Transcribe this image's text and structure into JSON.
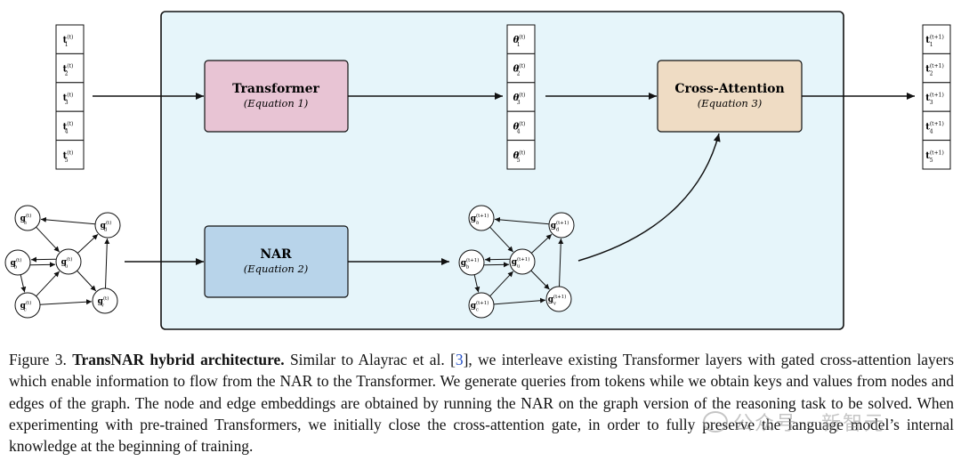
{
  "diagram": {
    "tokens_in": [
      "t1",
      "t2",
      "t3",
      "t4",
      "t5"
    ],
    "tokens_in_sup": "(t)",
    "theta": [
      "θ1",
      "θ2",
      "θ3",
      "θ4",
      "θ5"
    ],
    "theta_sup": "(t)",
    "tokens_out": [
      "t1",
      "t2",
      "t3",
      "t4",
      "t5"
    ],
    "tokens_out_sup": "(t+1)",
    "transformer": {
      "title": "Transformer",
      "equation": "(Equation 1)",
      "color": "#e8c4d4"
    },
    "nar": {
      "title": "NAR",
      "equation": "(Equation 2)",
      "color": "#b8d4ea"
    },
    "cross_attention": {
      "title": "Cross-Attention",
      "equation": "(Equation 3)",
      "color": "#efdcc4"
    },
    "panel_color": "#e6f5fa",
    "graph_in": {
      "nodes": [
        "ga",
        "gd",
        "gb",
        "gu",
        "gc",
        "gv"
      ],
      "sup": "(t)"
    },
    "graph_out": {
      "nodes": [
        "ga",
        "gd",
        "gb",
        "gu",
        "gc",
        "gv"
      ],
      "sup": "(t+1)"
    }
  },
  "caption": {
    "figure_label": "Figure 3.",
    "title": "TransNAR hybrid architecture.",
    "text_a": " Similar to Alayrac et al. [",
    "ref": "3",
    "text_b": "], we interleave existing Transformer layers with gated cross-attention layers which enable information to flow from the NAR to the Transformer. We generate queries from tokens while we obtain keys and values from nodes and edges of the graph. The node and edge embeddings are obtained by running the NAR on the graph version of the reasoning task to be solved. When experimenting with pre-trained Transformers, we initially close the cross-attention gate, in order to fully preserve the language model’s internal knowledge at the beginning of training."
  },
  "watermark": "公众号 · 新智元"
}
